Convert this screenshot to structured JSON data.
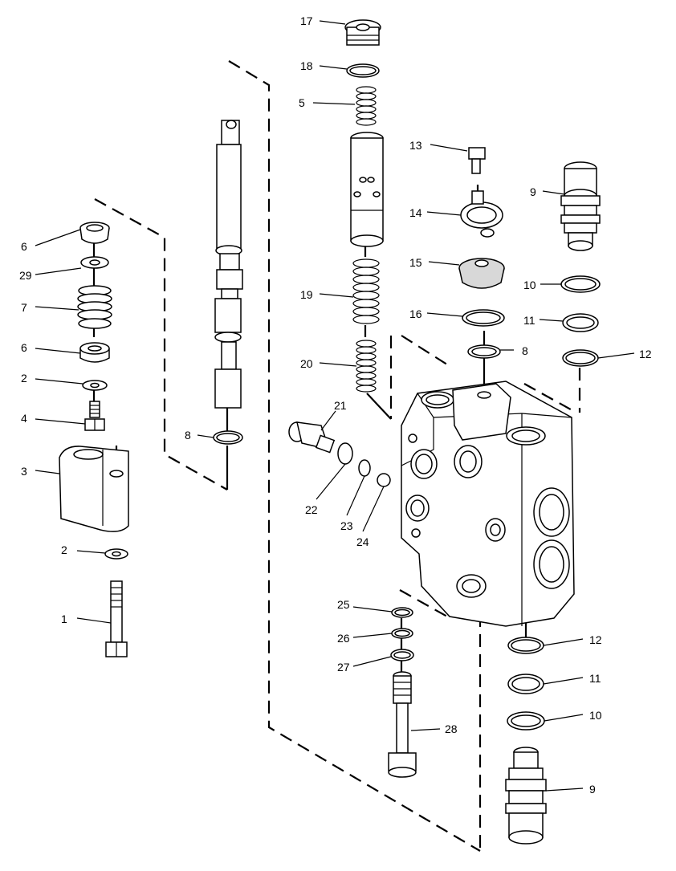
{
  "diagram": {
    "callouts": [
      {
        "id": "c17",
        "label": "17"
      },
      {
        "id": "c18",
        "label": "18"
      },
      {
        "id": "c5",
        "label": "5"
      },
      {
        "id": "c13",
        "label": "13"
      },
      {
        "id": "c9a",
        "label": "9"
      },
      {
        "id": "c14",
        "label": "14"
      },
      {
        "id": "c15",
        "label": "15"
      },
      {
        "id": "c10a",
        "label": "10"
      },
      {
        "id": "c19",
        "label": "19"
      },
      {
        "id": "c16",
        "label": "16"
      },
      {
        "id": "c11a",
        "label": "11"
      },
      {
        "id": "c8b",
        "label": "8"
      },
      {
        "id": "c12a",
        "label": "12"
      },
      {
        "id": "c20",
        "label": "20"
      },
      {
        "id": "c6a",
        "label": "6"
      },
      {
        "id": "c29",
        "label": "29"
      },
      {
        "id": "c7",
        "label": "7"
      },
      {
        "id": "c6b",
        "label": "6"
      },
      {
        "id": "c2a",
        "label": "2"
      },
      {
        "id": "c4",
        "label": "4"
      },
      {
        "id": "c3",
        "label": "3"
      },
      {
        "id": "c2b",
        "label": "2"
      },
      {
        "id": "c1",
        "label": "1"
      },
      {
        "id": "c8a",
        "label": "8"
      },
      {
        "id": "c21",
        "label": "21"
      },
      {
        "id": "c22",
        "label": "22"
      },
      {
        "id": "c23",
        "label": "23"
      },
      {
        "id": "c24",
        "label": "24"
      },
      {
        "id": "c25",
        "label": "25"
      },
      {
        "id": "c26",
        "label": "26"
      },
      {
        "id": "c27",
        "label": "27"
      },
      {
        "id": "c28",
        "label": "28"
      },
      {
        "id": "c12b",
        "label": "12"
      },
      {
        "id": "c11b",
        "label": "11"
      },
      {
        "id": "c10b",
        "label": "10"
      },
      {
        "id": "c9b",
        "label": "9"
      }
    ]
  }
}
